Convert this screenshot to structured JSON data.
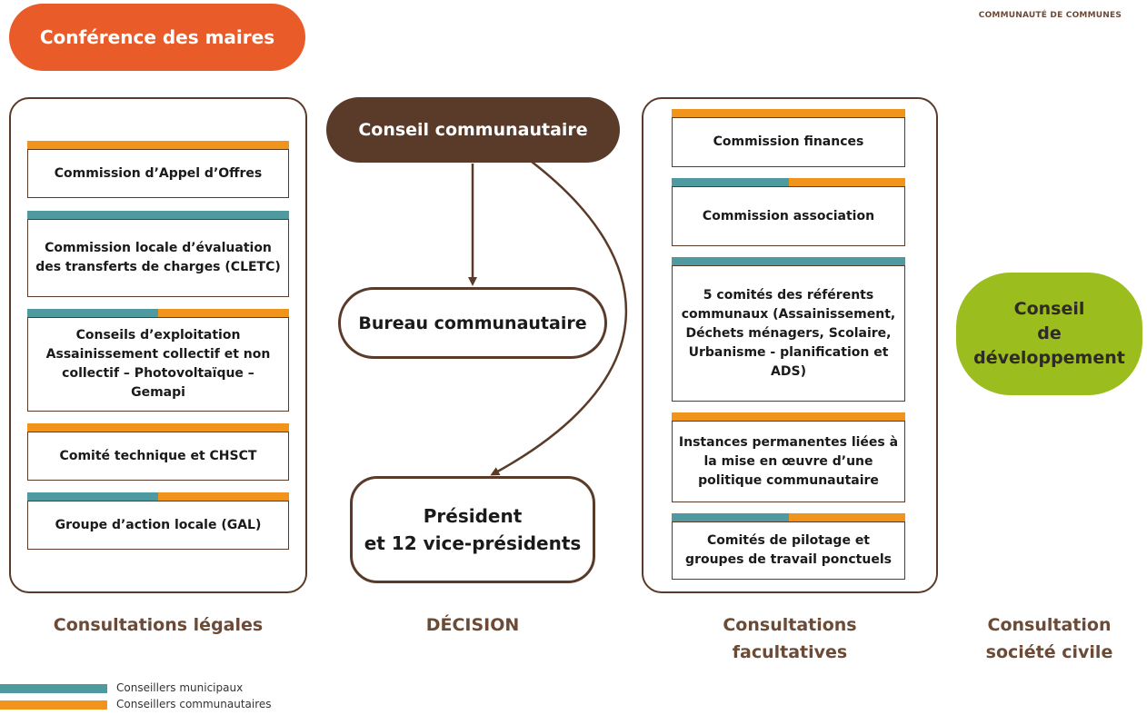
{
  "header": {
    "conference": "Conférence des maires",
    "logo_caption": "COMMUNAUTÉ DE COMMUNES"
  },
  "colors": {
    "teal": "#4e9aa0",
    "orange": "#f0941b",
    "brown": "#5a3a28",
    "red": "#ea5b2a",
    "green": "#9bbd1e"
  },
  "left_column": {
    "label": "Consultations légales",
    "boxes": [
      {
        "text": "Commission d’Appel d’Offres",
        "bar": [
          "orange"
        ]
      },
      {
        "text": "Commission locale d’évaluation des transferts de charges (CLETC)",
        "bar": [
          "teal"
        ]
      },
      {
        "text": "Conseils d’exploitation Assainissement collectif et non collectif – Photovoltaïque – Gemapi",
        "bar": [
          "teal",
          "orange"
        ]
      },
      {
        "text": "Comité technique et CHSCT",
        "bar": [
          "orange"
        ]
      },
      {
        "text": "Groupe d’action locale (GAL)",
        "bar": [
          "teal",
          "orange"
        ]
      }
    ]
  },
  "center_column": {
    "label": "DÉCISION",
    "conseil": "Conseil communautaire",
    "bureau": "Bureau communautaire",
    "president_line1": "Président",
    "president_line2": "et 12 vice-présidents"
  },
  "right_column": {
    "label_line1": "Consultations",
    "label_line2": "facultatives",
    "boxes": [
      {
        "text": "Commission finances",
        "bar": [
          "orange"
        ]
      },
      {
        "text": "Commission association",
        "bar": [
          "teal",
          "orange"
        ]
      },
      {
        "text": "5 comités des référents communaux (Assainissement, Déchets ménagers, Scolaire, Urbanisme - planification et ADS)",
        "bar": [
          "teal"
        ]
      },
      {
        "text": "Instances permanentes liées à la mise en œuvre d’une politique communautaire",
        "bar": [
          "orange"
        ]
      },
      {
        "text": "Comités de pilotage et groupes de travail ponctuels",
        "bar": [
          "teal",
          "orange"
        ]
      }
    ]
  },
  "civil_column": {
    "box_line1": "Conseil",
    "box_line2": "de",
    "box_line3": "développement",
    "label_line1": "Consultation",
    "label_line2": "société civile"
  },
  "legend": {
    "municipal": "Conseillers municipaux",
    "communautaire": "Conseillers communautaires"
  }
}
